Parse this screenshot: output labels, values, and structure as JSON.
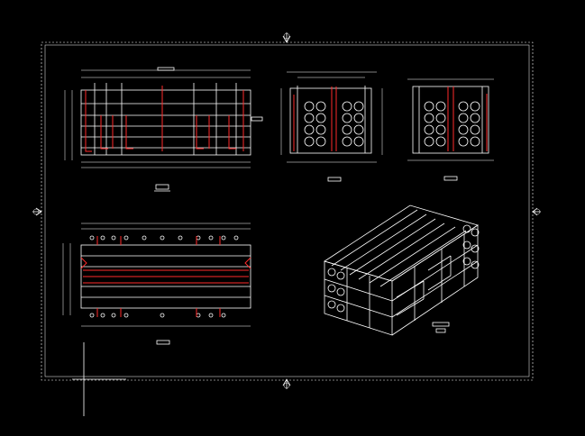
{
  "drawing": {
    "background": "#000000",
    "line_color": "#ffffff",
    "accent_color": "#ff2a2a"
  },
  "views": {
    "front_elevation": {
      "icon": "membrane-rack-front-view"
    },
    "end_view_left": {
      "icon": "membrane-rack-end-view"
    },
    "end_view_right": {
      "icon": "membrane-rack-end-view"
    },
    "plan_view": {
      "icon": "membrane-rack-plan-view"
    },
    "isometric_view": {
      "icon": "membrane-rack-isometric-view"
    }
  }
}
